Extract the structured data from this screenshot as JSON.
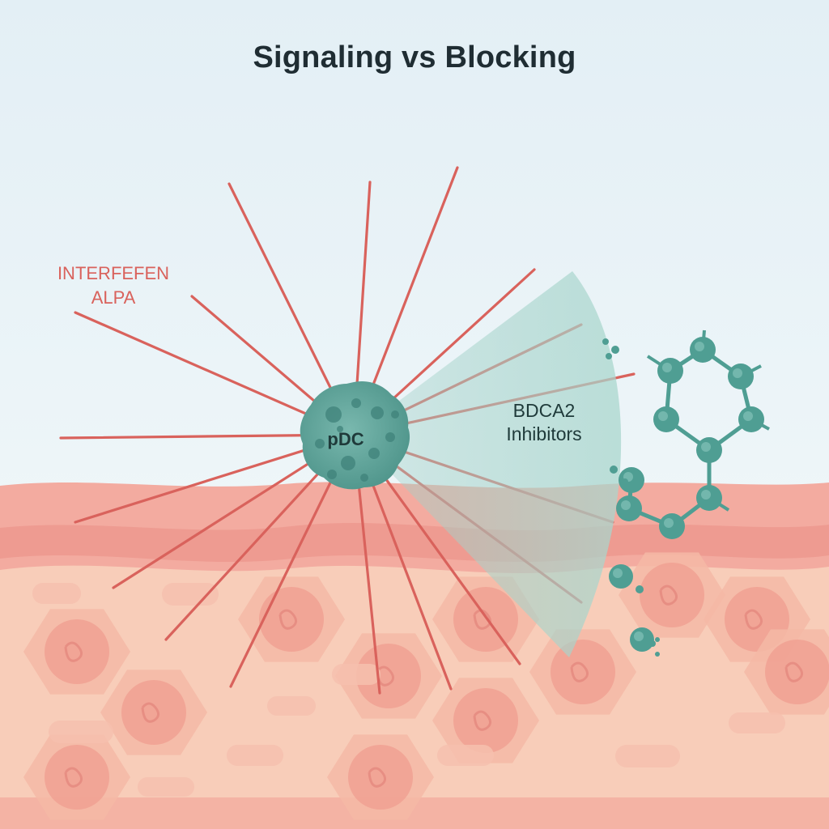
{
  "title": "Signaling vs Blocking",
  "labels": {
    "signal_line1": "INTERFEFEN",
    "signal_line2": "ALPA",
    "cell": "pDC",
    "inhibitor_line1": "BDCA2",
    "inhibitor_line2": "Inhibitors"
  },
  "colors": {
    "signal_ray": "#d9625c",
    "cell": "#5fa39a",
    "inhibitor": "#4f9e93",
    "skin_surface": "#f1a59c",
    "skin_tissue": "#f8cbb8",
    "skin_cell": "#f2aa9c",
    "sky_top": "#e4f0f6",
    "sky_bottom": "#f4f9fb"
  }
}
